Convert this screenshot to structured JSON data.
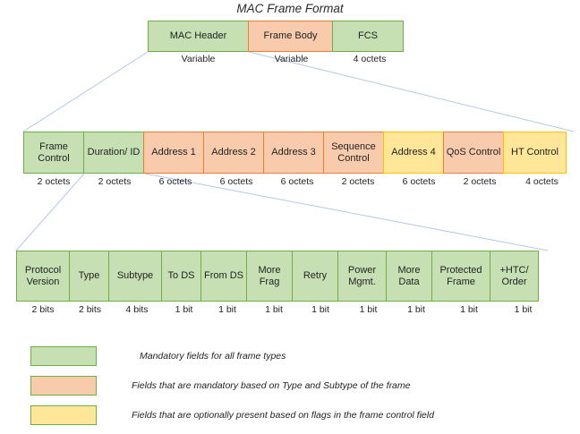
{
  "title": "MAC Frame Format",
  "colors": {
    "mandatory_fill": "#c6e0b4",
    "mandatory_border": "#70ad47",
    "typebased_fill": "#f8cbad",
    "typebased_border": "#ed7d31",
    "optional_fill": "#ffe699",
    "optional_border": "#ffc000",
    "connector_line": "#b4c7e7"
  },
  "frame_row": {
    "name": "mac-frame-row",
    "cells": [
      {
        "label": "MAC Header",
        "size": "Variable",
        "type": "mandatory",
        "width": 113
      },
      {
        "label": "Frame Body",
        "size": "Variable",
        "type": "typebased",
        "width": 95
      },
      {
        "label": "FCS",
        "size": "4 octets",
        "type": "mandatory",
        "width": 80
      }
    ]
  },
  "header_row": {
    "name": "mac-header-fields-row",
    "cells": [
      {
        "label": "Frame Control",
        "size": "2 octets",
        "type": "mandatory",
        "width": 68
      },
      {
        "label": "Duration/ ID",
        "size": "2 octets",
        "type": "mandatory",
        "width": 68
      },
      {
        "label": "Address 1",
        "size": "6 octets",
        "type": "typebased",
        "width": 68
      },
      {
        "label": "Address 2",
        "size": "6 octets",
        "type": "typebased",
        "width": 68
      },
      {
        "label": "Address 3",
        "size": "6 octets",
        "type": "typebased",
        "width": 68
      },
      {
        "label": "Sequence Control",
        "size": "2 octets",
        "type": "typebased",
        "width": 68
      },
      {
        "label": "Address 4",
        "size": "6 octets",
        "type": "optional",
        "width": 68
      },
      {
        "label": "QoS Control",
        "size": "2 octets",
        "type": "typebased",
        "width": 68
      },
      {
        "label": "HT Control",
        "size": "4 octets",
        "type": "optional",
        "width": 71
      }
    ]
  },
  "frame_control_row": {
    "name": "frame-control-subfields-row",
    "cells": [
      {
        "label": "Protocol Version",
        "size": "2 bits",
        "type": "mandatory",
        "width": 60
      },
      {
        "label": "Type",
        "size": "2 bits",
        "type": "mandatory",
        "width": 45
      },
      {
        "label": "Subtype",
        "size": "4 bits",
        "type": "mandatory",
        "width": 60
      },
      {
        "label": "To DS",
        "size": "1 bit",
        "type": "mandatory",
        "width": 45
      },
      {
        "label": "From DS",
        "size": "1 bit",
        "type": "mandatory",
        "width": 52
      },
      {
        "label": "More Frag",
        "size": "1 bit",
        "type": "mandatory",
        "width": 52
      },
      {
        "label": "Retry",
        "size": "1 bit",
        "type": "mandatory",
        "width": 52
      },
      {
        "label": "Power Mgmt.",
        "size": "1 bit",
        "type": "mandatory",
        "width": 55
      },
      {
        "label": "More Data",
        "size": "1 bit",
        "type": "mandatory",
        "width": 52
      },
      {
        "label": "Protected Frame",
        "size": "1 bit",
        "type": "mandatory",
        "width": 66
      },
      {
        "label": "+HTC/ Order",
        "size": "1 bit",
        "type": "mandatory",
        "width": 55
      }
    ]
  },
  "legend": {
    "items": [
      {
        "type": "mandatory",
        "label": "Mandatory fields for all frame types"
      },
      {
        "type": "typebased",
        "label": "Fields that are mandatory based on Type and Subtype of the frame"
      },
      {
        "type": "optional",
        "label": "Fields that are optionally present based on flags in the frame control field"
      }
    ]
  }
}
